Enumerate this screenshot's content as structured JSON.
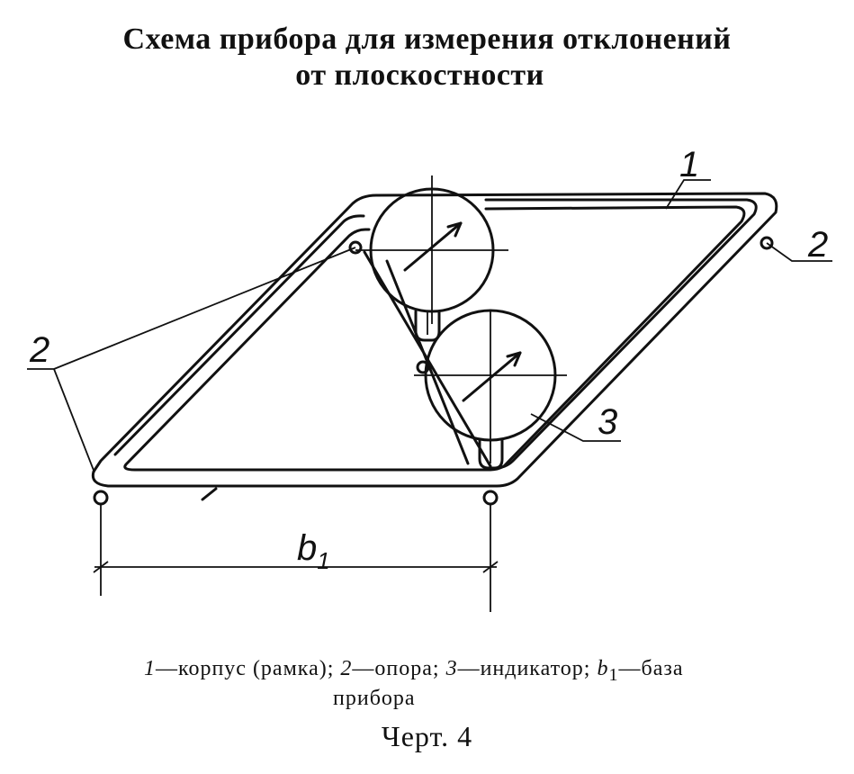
{
  "title": {
    "line1": "Схема прибора для измерения отклонений",
    "line2": "от плоскостности"
  },
  "labels": {
    "one": "1",
    "two_left": "2",
    "two_right": "2",
    "three": "3",
    "b1_main": "b",
    "b1_sub": "1"
  },
  "legend": {
    "n1": "1",
    "t1": "—корпус (рамка);",
    "n2": "2",
    "t2": "—опора;",
    "n3": "3",
    "t3": "—индикатор;",
    "b": "b",
    "bsub": "1",
    "t4": "—база",
    "t5": "прибора"
  },
  "figure_caption": "Черт. 4"
}
